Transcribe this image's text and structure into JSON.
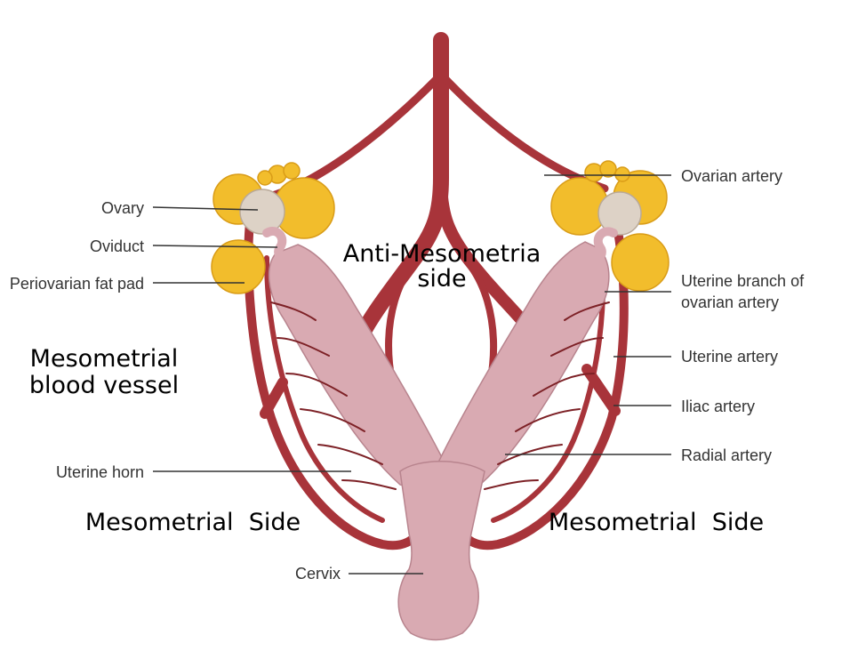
{
  "colors": {
    "artery": "#a8343a",
    "artery_dark": "#7d2126",
    "uterus": "#d9aab2",
    "uterus_edge": "#b8848e",
    "fat": "#f2bd2c",
    "fat_edge": "#d99c17",
    "ovary": "#ddd2c6",
    "leader": "#333333"
  },
  "labels": {
    "ovarian_artery": "Ovarian artery",
    "ovary": "Ovary",
    "oviduct": "Oviduct",
    "periovarian_fat_pad": "Periovarian fat pad",
    "uterine_branch_1": "Uterine branch of",
    "uterine_branch_2": "ovarian artery",
    "uterine_artery": "Uterine artery",
    "iliac_artery": "Iliac artery",
    "radial_artery": "Radial artery",
    "uterine_horn": "Uterine horn",
    "cervix": "Cervix"
  },
  "regions": {
    "anti_mesometria_1": "Anti-Mesometria",
    "anti_mesometria_2": "side",
    "mesometrial_vessel_1": "Mesometrial",
    "mesometrial_vessel_2": "blood vessel",
    "mesometrial_side_left": "Mesometrial  Side",
    "mesometrial_side_right": "Mesometrial  Side"
  }
}
